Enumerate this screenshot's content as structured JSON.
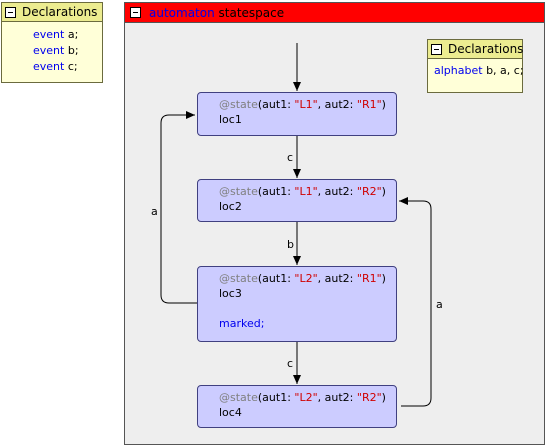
{
  "global_declarations": {
    "title": "Declarations",
    "events": [
      {
        "keyword": "event",
        "name": "a;"
      },
      {
        "keyword": "event",
        "name": "b;"
      },
      {
        "keyword": "event",
        "name": "c;"
      }
    ]
  },
  "automaton": {
    "keyword": "automaton",
    "name": "statespace",
    "local_declarations": {
      "title": "Declarations",
      "keyword": "alphabet",
      "value": "b, a, c;"
    },
    "states": [
      {
        "annotation": "@state",
        "aut1_label": "aut1: ",
        "aut1_value": "\"L1\"",
        "aut2_label": ", aut2: ",
        "aut2_value": "\"R1\"",
        "close": ")",
        "name": "loc1"
      },
      {
        "annotation": "@state",
        "aut1_label": "aut1: ",
        "aut1_value": "\"L1\"",
        "aut2_label": ", aut2: ",
        "aut2_value": "\"R2\"",
        "close": ")",
        "name": "loc2"
      },
      {
        "annotation": "@state",
        "aut1_label": "aut1: ",
        "aut1_value": "\"L2\"",
        "aut2_label": ", aut2: ",
        "aut2_value": "\"R1\"",
        "close": ")",
        "name": "loc3",
        "marked": "marked;"
      },
      {
        "annotation": "@state",
        "aut1_label": "aut1: ",
        "aut1_value": "\"L2\"",
        "aut2_label": ", aut2: ",
        "aut2_value": "\"R2\"",
        "close": ")",
        "name": "loc4"
      }
    ],
    "transitions": [
      {
        "from": "loc1",
        "to": "loc2",
        "label": "c"
      },
      {
        "from": "loc2",
        "to": "loc3",
        "label": "b"
      },
      {
        "from": "loc3",
        "to": "loc4",
        "label": "c"
      },
      {
        "from": "loc3",
        "to": "loc1",
        "label": "a"
      },
      {
        "from": "loc4",
        "to": "loc2",
        "label": "a"
      }
    ]
  }
}
